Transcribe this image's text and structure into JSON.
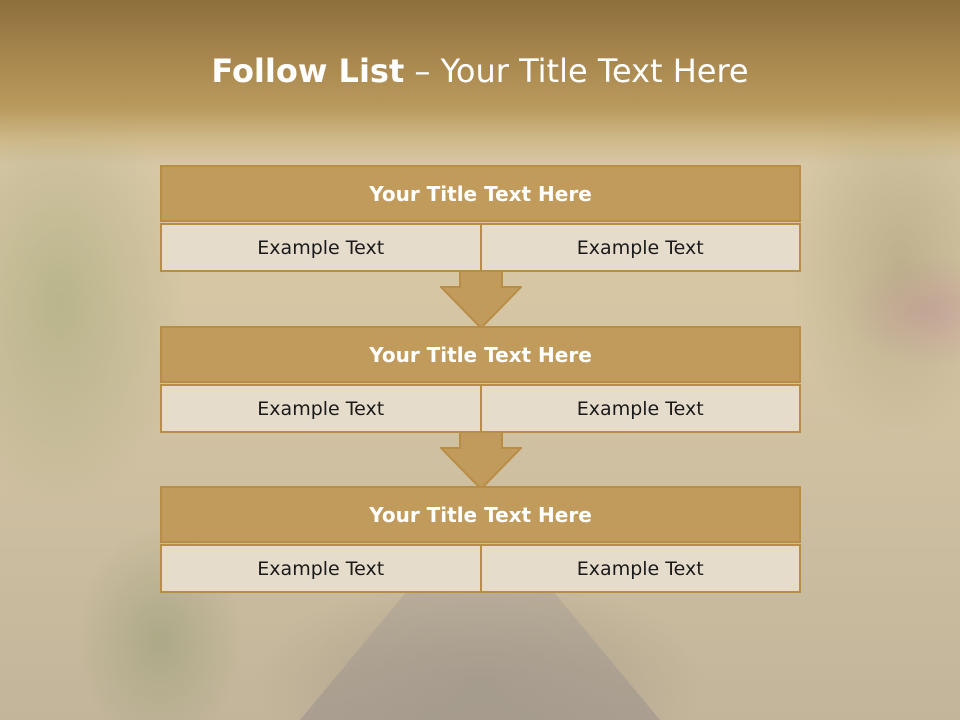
{
  "slide": {
    "title_bold": "Follow List",
    "title_rest": "– Your Title Text Here"
  },
  "groups": [
    {
      "title": "Your Title Text Here",
      "left": "Example Text",
      "right": "Example Text"
    },
    {
      "title": "Your Title Text Here",
      "left": "Example Text",
      "right": "Example Text"
    },
    {
      "title": "Your Title Text Here",
      "left": "Example Text",
      "right": "Example Text"
    }
  ],
  "colors": {
    "header": "#a8874e",
    "title_bar": "#c09b5b",
    "cell": "#e6dccc",
    "border": "#b88d46",
    "arrow": "#c09b5b"
  },
  "icons": [
    "down-arrow-icon",
    "down-arrow-icon"
  ]
}
